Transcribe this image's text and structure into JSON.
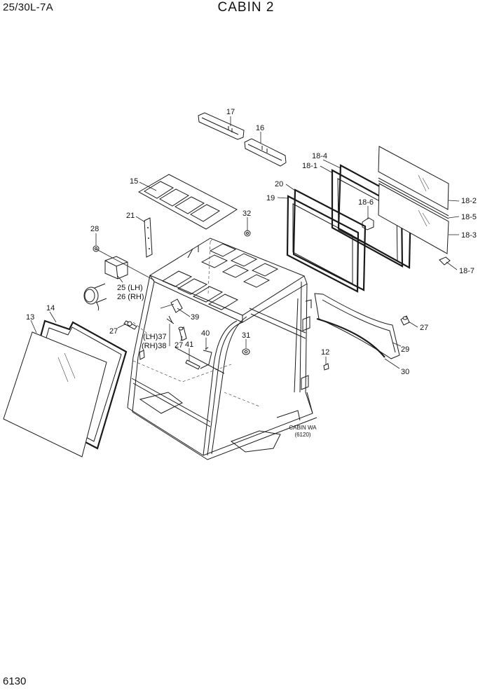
{
  "header": {
    "model": "25/30L-7A",
    "title": "CABIN 2"
  },
  "footer": {
    "page_number": "6130"
  },
  "callouts": {
    "c17": "17",
    "c16": "16",
    "c18_4": "18-4",
    "c18_1": "18-1",
    "c15": "15",
    "c20": "20",
    "c19": "19",
    "c18_6": "18-6",
    "c18_2": "18-2",
    "c18_5": "18-5",
    "c18_3": "18-3",
    "c18_7": "18-7",
    "c21": "21",
    "c32": "32",
    "c28": "28",
    "c25": "25 (LH)",
    "c26": "26 (RH)",
    "c14": "14",
    "c13": "13",
    "c39": "39",
    "c37": "(LH)37",
    "c38": "(RH)38",
    "c27a": "27",
    "c27b": "27",
    "c27c": "27",
    "c41": "41",
    "c40": "40",
    "c31": "31",
    "c12": "12",
    "c29": "29",
    "c30": "30"
  },
  "cabin_ref": {
    "line1": "CABIN WA",
    "line2": "(6120)"
  }
}
